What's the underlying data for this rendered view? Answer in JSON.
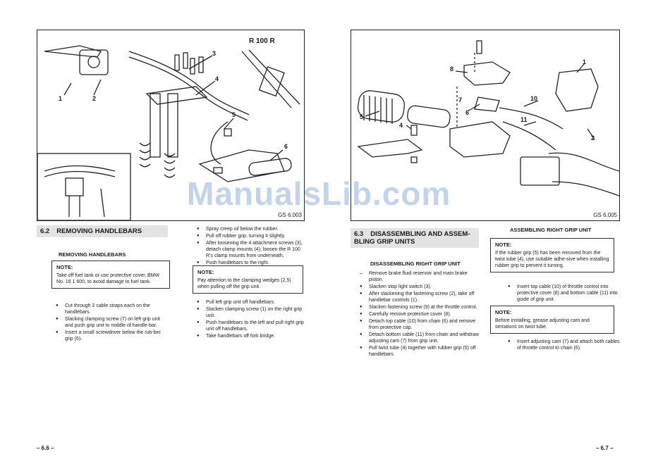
{
  "left_page": {
    "figure": {
      "model_label": "R 100 R",
      "ref": "GS 6.003",
      "callouts": [
        "1",
        "2",
        "3",
        "4",
        "5",
        "6"
      ]
    },
    "section": {
      "number": "6.2",
      "title": "REMOVING HANDLEBARS"
    },
    "subheading": "REMOVING HANDLEBARS",
    "note1": {
      "heading": "NOTE:",
      "text": "Take off fuel tank or use protective cover, BMW No. 16 1 600, to avoid damage to fuel tank."
    },
    "steps1": [
      "Cut through 2 cable straps each on the handlebars.",
      "Slacking clamping screw (7) on left grip unit and push grip unit to middle of handle-bar.",
      "Insert a small screwdriver below the rub-ber grip (6)."
    ],
    "steps2": [
      "Spray creep oil below the rubber.",
      "Pull off rubber grip, turning it slightly.",
      "After loosening the 4 attachment screws (3), detach clamp mounts (4); loosen the R 100 R's clamp mounts from underneath.",
      "Push handlebars to the right."
    ],
    "note2": {
      "heading": "NOTE:",
      "text": "Pay attention to the clamping wedges (2,5) when pulling off the grip unit."
    },
    "steps3": [
      "Pull left grip unit off handlebars.",
      "Slacken clamping screw (1) on the right grip unit.",
      "Push handlebars to the left and pull right grip unit off handlebars.",
      "Take handlebars off fork bridge."
    ],
    "page_number": "– 6.6 –"
  },
  "right_page": {
    "figure": {
      "ref": "GS 6.005",
      "callouts": [
        "1",
        "2",
        "4",
        "5",
        "6",
        "7",
        "8",
        "10",
        "11"
      ]
    },
    "section": {
      "number": "6.3",
      "title": "DISASSEMBLING AND ASSEM-BLING GRIP UNITS"
    },
    "subheading": "DISASSEMBLING RIGHT GRIP UNIT",
    "steps1": [
      "Remove brake fluid reservoir and main brake piston.",
      "Slacken stop light switch (3).",
      "After slackening the fastening screw (2), take off handlebar controls (1).",
      "Slacken fastening screw (9) at the throttle control.",
      "Carefully remove protective cover (8).",
      "Detach top cable (10) from chain (6) and remove from protective cap.",
      "Detach bottom cable (11) from chain and withdraw adjusting cam (7) from grip unit.",
      "Pull twist tube (4) together with rubber grip (5) off handlebars."
    ],
    "subheading2": "ASSEMBLING RIGHT GRIP UNIT",
    "note1": {
      "heading": "NOTE:",
      "text": "If the rubber grip (5) has been removed from the twist tube (4), use suitable adhe-sive when installing rubber grip to prevent it turning."
    },
    "steps2": [
      "Insert top cable (10) of throttle control into protective cover (8) and bottom cable (11) into guide of grip unit."
    ],
    "note2": {
      "heading": "NOTE:",
      "text": "Before installing, grease adjusting cam and serrations on twist tube."
    },
    "steps3": [
      "Insert adjusting cam (7) and attach both cables of throttle control to chain (6)."
    ],
    "page_number": "– 6.7 –"
  },
  "watermark": "ManualsLib.com"
}
